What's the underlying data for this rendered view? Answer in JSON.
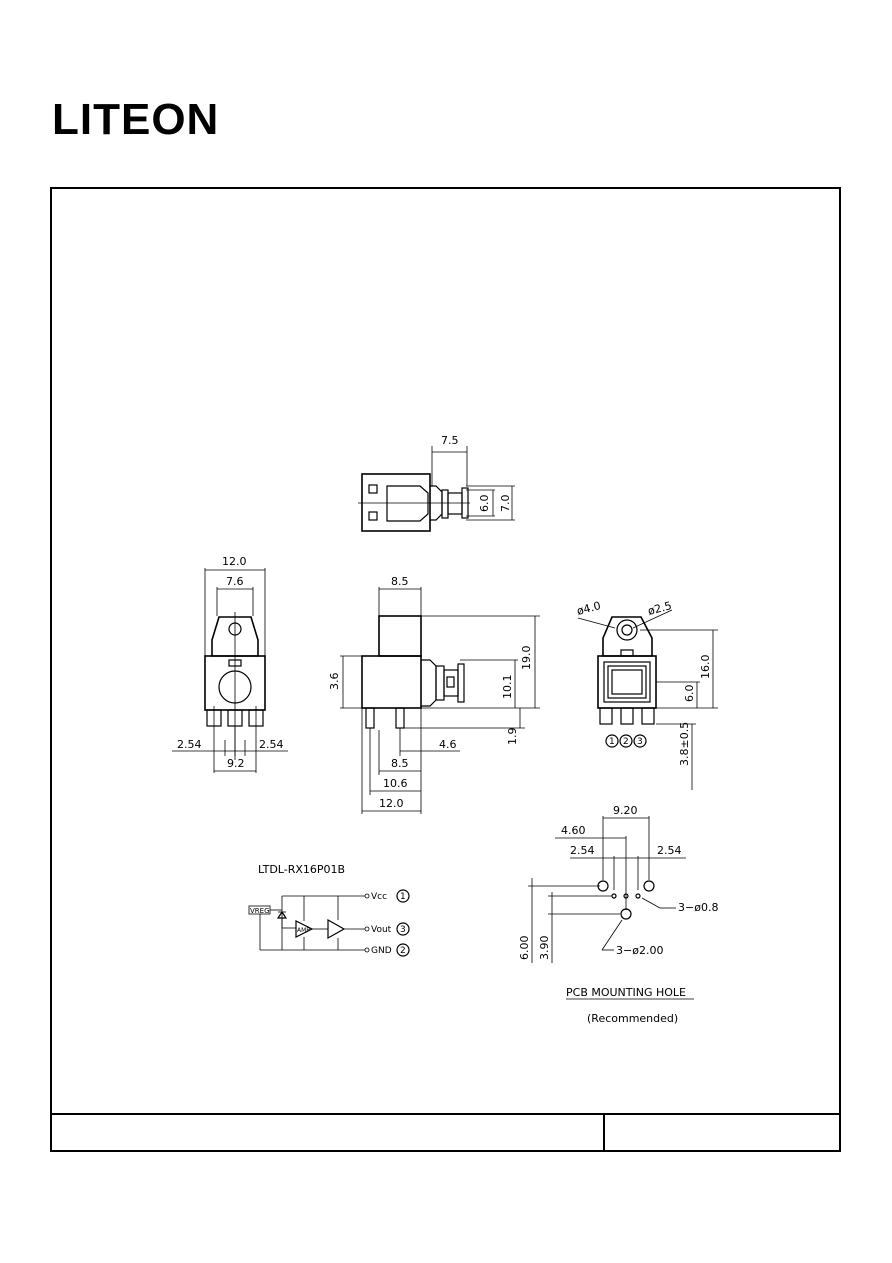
{
  "brand": {
    "logo_text": "LITEON"
  },
  "top_view": {
    "dim_width": "7.5",
    "dim_h1": "6.0",
    "dim_h2": "7.0"
  },
  "front_view": {
    "dim_top": "12.0",
    "dim_inner": "7.6",
    "dim_pitch_left": "2.54",
    "dim_pitch_right": "2.54",
    "dim_span": "9.2"
  },
  "side_view": {
    "dim_top": "8.5",
    "dim_left": "3.6",
    "dim_h1": "10.1",
    "dim_h2": "19.0",
    "dim_lead": "1.9",
    "dim_b1": "4.6",
    "dim_b2": "8.5",
    "dim_b3": "10.6",
    "dim_b4": "12.0"
  },
  "rear_view": {
    "dim_d1": "ø4.0",
    "dim_d2": "ø2.5",
    "dim_h1": "16.0",
    "dim_h2": "6.0",
    "dim_pin": "3.8±0.5",
    "pins": [
      "1",
      "2",
      "3"
    ]
  },
  "schematic": {
    "part_number": "LTDL-RX16P01B",
    "vreg": "VREG",
    "amp": "AMP",
    "pins": [
      {
        "label": "Vcc",
        "num": "1"
      },
      {
        "label": "Vout",
        "num": "3"
      },
      {
        "label": "GND",
        "num": "2"
      }
    ]
  },
  "pcb": {
    "title": "PCB MOUNTING HOLE",
    "subtitle": "(Recommended)",
    "dim_span": "9.20",
    "dim_half": "4.60",
    "dim_pitch_left": "2.54",
    "dim_pitch_right": "2.54",
    "dim_small_holes": "3−ø0.8",
    "dim_big_holes": "3−ø2.00",
    "dim_v1": "6.00",
    "dim_v2": "3.90"
  }
}
